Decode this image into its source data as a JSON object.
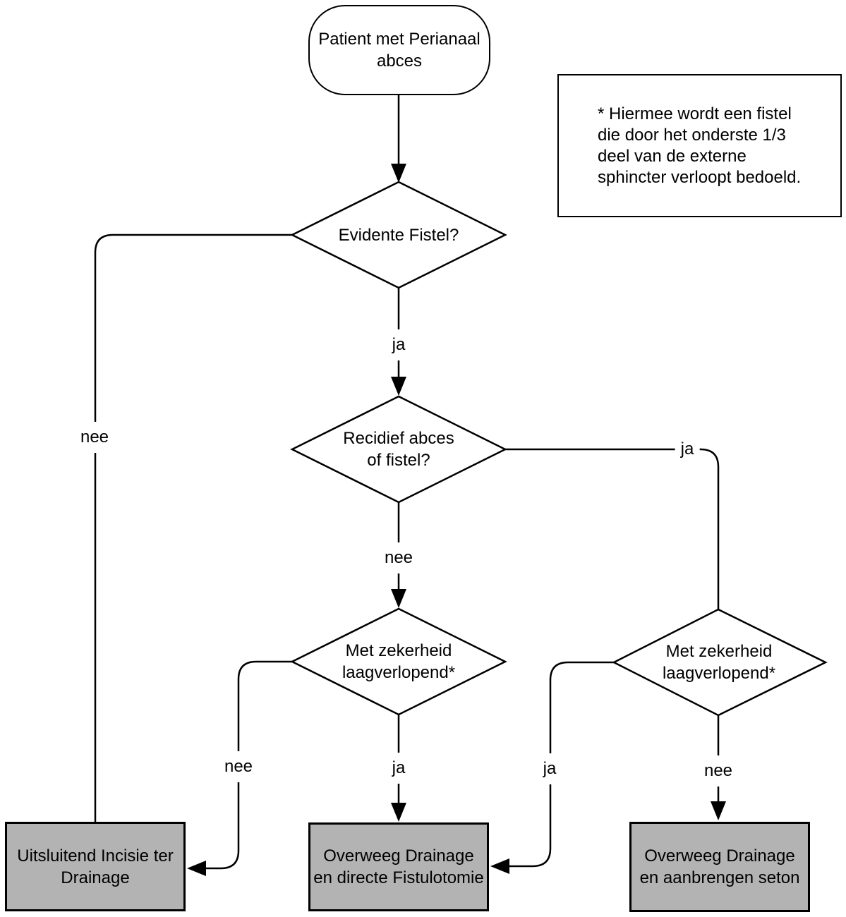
{
  "diagram": {
    "type": "flowchart",
    "language": "nl",
    "nodes": {
      "start": {
        "type": "terminator",
        "label": "Patient met Perianaal\nabces"
      },
      "evidente_fistel": {
        "type": "decision",
        "label": "Evidente Fistel?"
      },
      "recidief": {
        "type": "decision",
        "label": "Recidief abces\nof fistel?"
      },
      "laag_center": {
        "type": "decision",
        "label": "Met zekerheid\nlaagverlopend*"
      },
      "laag_right": {
        "type": "decision",
        "label": "Met zekerheid\nlaagverlopend*"
      },
      "incisie": {
        "type": "outcome",
        "label": "Uitsluitend Incisie ter\nDrainage"
      },
      "fistulotomie": {
        "type": "outcome",
        "label": "Overweeg Drainage\nen directe Fistulotomie"
      },
      "seton": {
        "type": "outcome",
        "label": "Overweeg Drainage\nen aanbrengen seton"
      }
    },
    "edge_labels": {
      "evidente_ja": "ja",
      "evidente_nee": "nee",
      "recidief_ja": "ja",
      "recidief_nee": "nee",
      "laag_center_ja": "ja",
      "laag_center_nee": "nee",
      "laag_right_ja": "ja",
      "laag_right_nee": "nee"
    },
    "footnote": "* Hiermee wordt een fistel\ndie door het onderste 1/3\ndeel van de externe\nsphincter verloopt bedoeld.",
    "colors": {
      "background": "#ffffff",
      "line": "#000000",
      "text": "#000000",
      "decision_fill": "#ffffff",
      "outcome_fill": "#b3b3b3"
    }
  }
}
